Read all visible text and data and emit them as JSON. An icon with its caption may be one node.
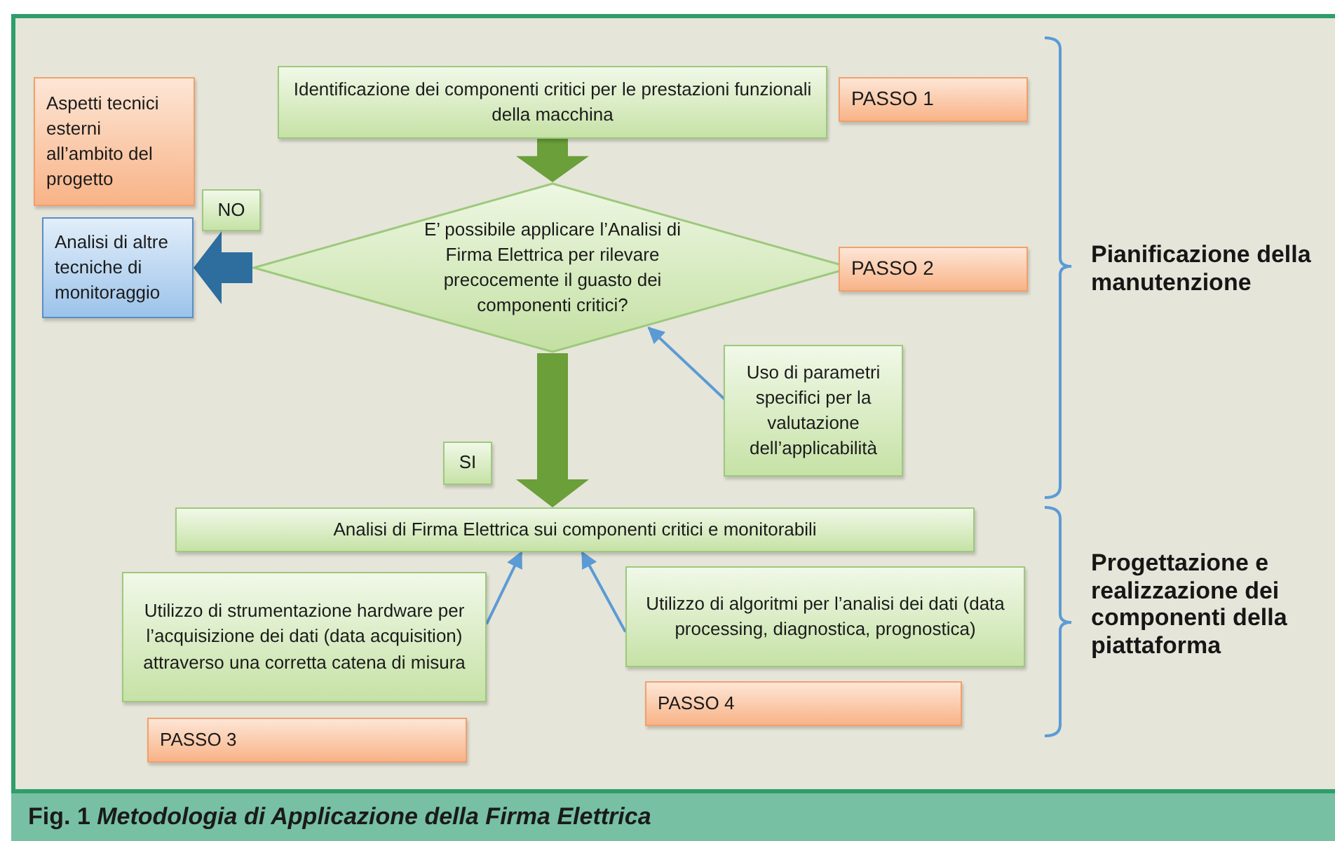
{
  "diagram": {
    "caption": "Fig. 1 *Metodologia di Applicazione della Firma Elettrica*",
    "nodes": [
      {
        "text": [
          "Identificazione dei componenti critici per le prestazioni funzionali della macchina"
        ]
      },
      {
        "text": [
          "Aspetti tecnici esterni all’ambito del progetto"
        ]
      },
      {
        "text": [
          "NO"
        ]
      },
      {
        "text": [
          "Analisi di altre tecniche di monitoraggio"
        ]
      },
      {
        "text": [
          "E’ possibile applicare l’Analisi di Firma Elettrica per rilevare precocemente il guasto dei componenti critici?"
        ]
      },
      {
        "text": [
          "PASSO 1"
        ]
      },
      {
        "text": [
          "PASSO 2"
        ]
      },
      {
        "text": [
          "Uso di parametri specifici per la valutazione dell’applicabilità"
        ]
      },
      {
        "text": [
          "SI"
        ]
      },
      {
        "text": [
          "Analisi di Firma Elettrica sui componenti critici e monitorabili"
        ]
      },
      {
        "text": [
          "Utilizzo di strumentazione hardware per l’acquisizione dei dati (data acquisition) attraverso una corretta catena di misura"
        ]
      },
      {
        "text": [
          "Utilizzo di algoritmi per l’analisi dei dati (data processing, diagnostica, prognostica)"
        ]
      },
      {
        "text": [
          "PASSO 4"
        ]
      },
      {
        "text": [
          "PASSO 3"
        ]
      }
    ],
    "edges": [
      {
        "from": 0,
        "to": 4,
        "arrow": "to",
        "style": "thick",
        "color": "#6a9f3a"
      },
      {
        "from": 4,
        "to": 3,
        "arrow": "to",
        "style": "thick",
        "color": "#2d6e9e"
      },
      {
        "from": 4,
        "to": 9,
        "arrow": "to",
        "style": "thick",
        "color": "#6a9f3a"
      },
      {
        "from": 7,
        "to": 4,
        "arrow": "to"
      },
      {
        "from": 10,
        "to": 9,
        "arrow": "to"
      },
      {
        "from": 11,
        "to": 9,
        "arrow": "to"
      }
    ],
    "labels": [
      "Pianificazione della manutenzione",
      "Progettazione e realizzazione dei componenti della piattaforma"
    ]
  }
}
